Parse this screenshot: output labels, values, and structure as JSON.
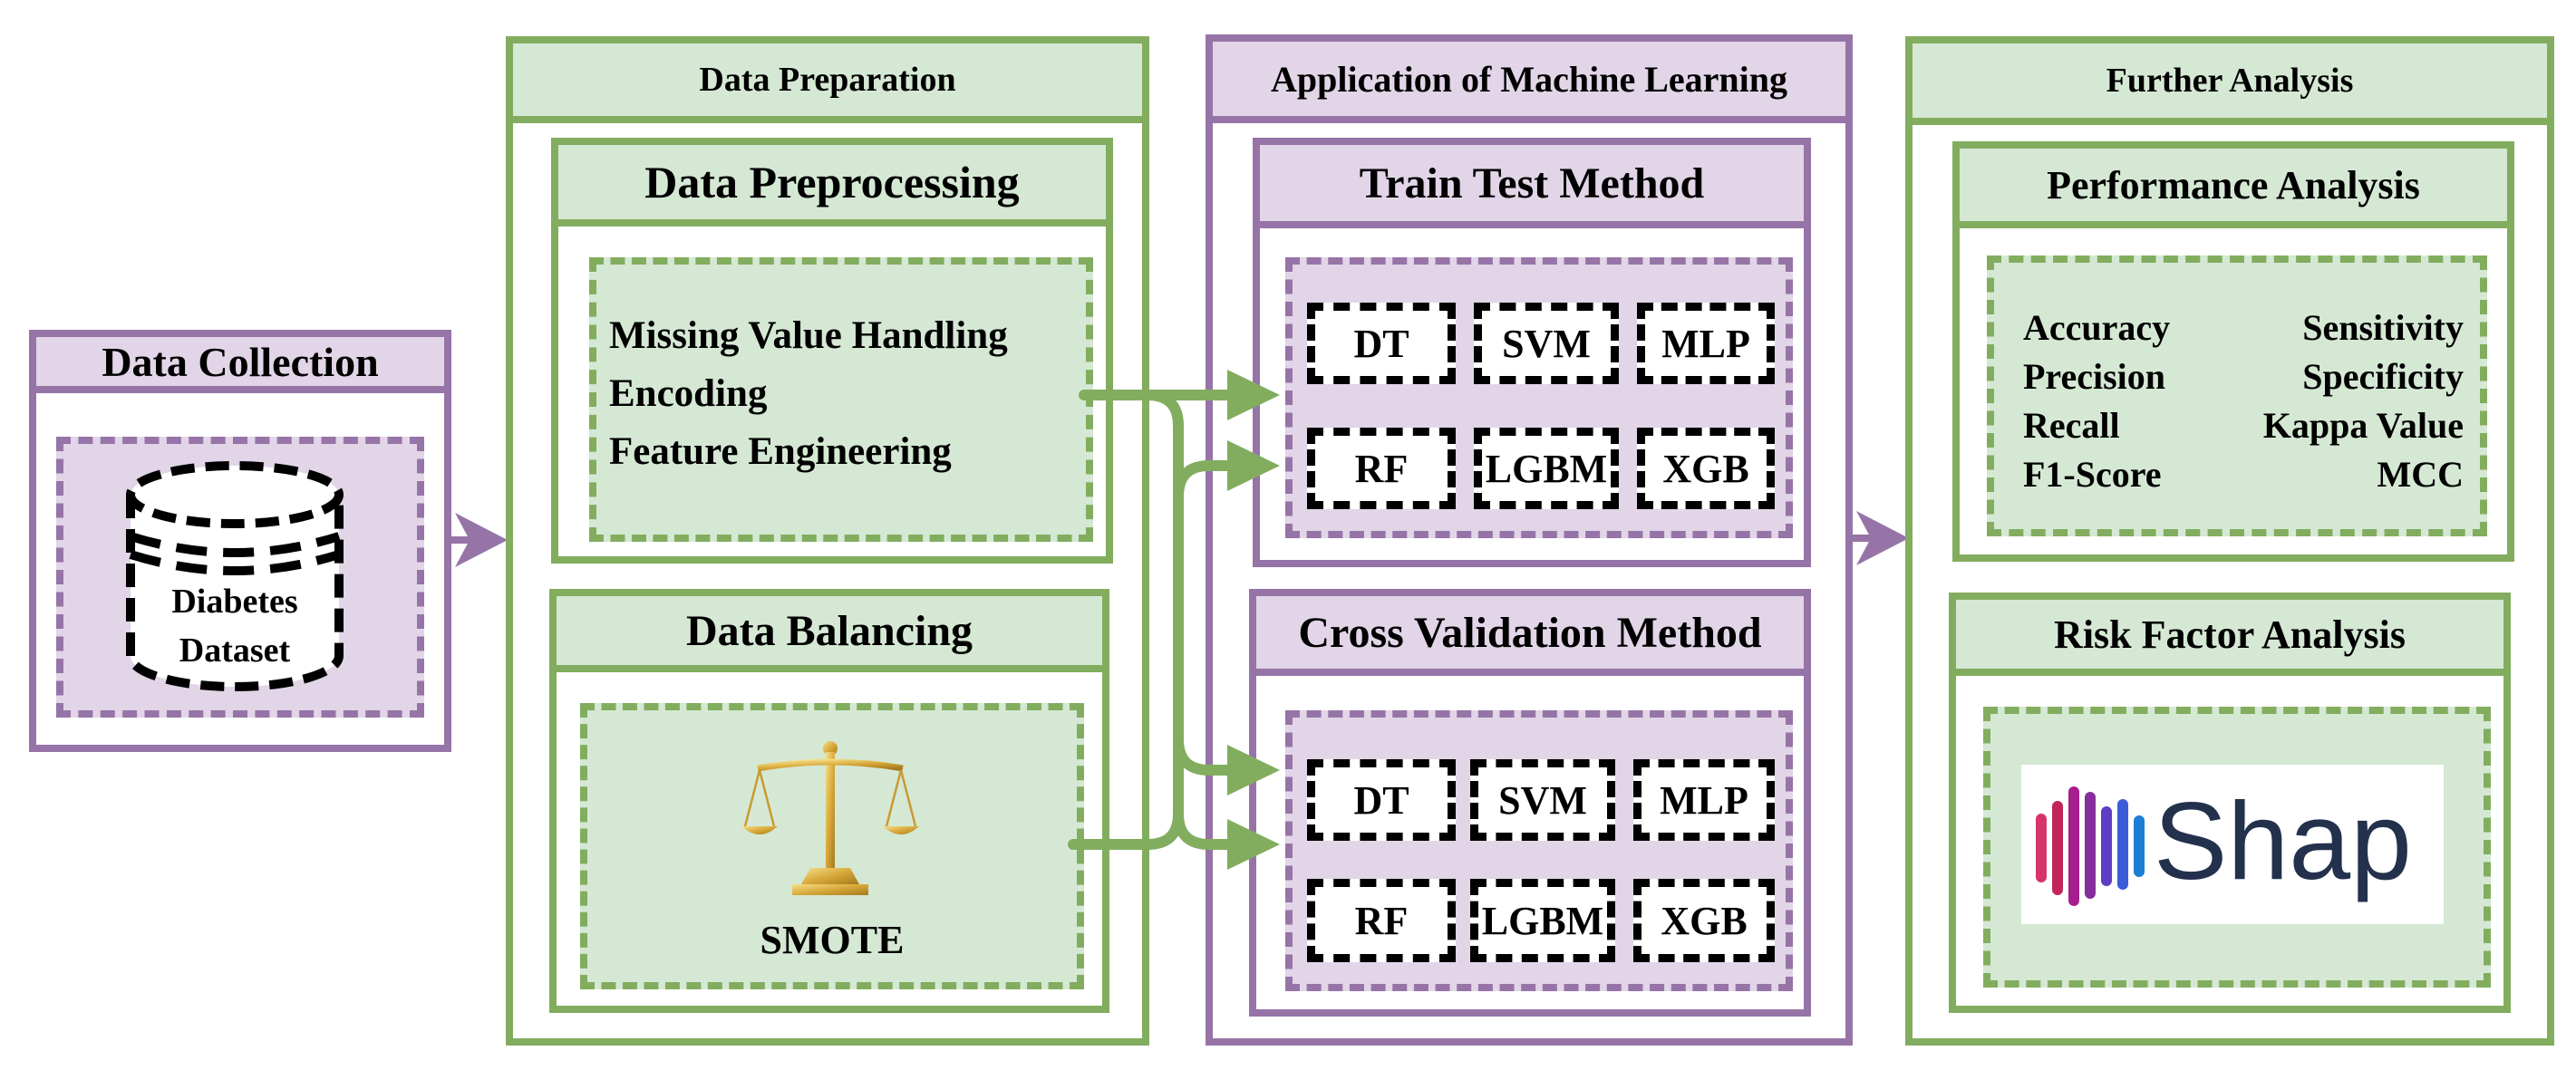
{
  "data_collection": {
    "title": "Data Collection",
    "dataset_line1": "Diabetes",
    "dataset_line2": "Dataset"
  },
  "data_preparation": {
    "title": "Data Preparation",
    "preprocessing": {
      "title": "Data Preprocessing",
      "items": [
        "Missing Value Handling",
        "Encoding",
        "Feature Engineering"
      ]
    },
    "balancing": {
      "title": "Data Balancing",
      "method": "SMOTE"
    }
  },
  "machine_learning": {
    "title": "Application of Machine Learning",
    "train_test": {
      "title": "Train Test Method",
      "models": [
        "DT",
        "SVM",
        "MLP",
        "RF",
        "LGBM",
        "XGB"
      ]
    },
    "cross_validation": {
      "title": "Cross Validation Method",
      "models": [
        "DT",
        "SVM",
        "MLP",
        "RF",
        "LGBM",
        "XGB"
      ]
    }
  },
  "further_analysis": {
    "title": "Further Analysis",
    "performance": {
      "title": "Performance Analysis",
      "metrics_left": [
        "Accuracy",
        "Precision",
        "Recall",
        "F1-Score"
      ],
      "metrics_right": [
        "Sensitivity",
        "Specificity",
        "Kappa Value",
        "MCC"
      ]
    },
    "risk": {
      "title": "Risk Factor Analysis",
      "logo_text": "Shap"
    }
  },
  "colors": {
    "green": "#82ad5f",
    "green_fill": "#d5e8d4",
    "purple": "#9774a7",
    "purple_fill": "#e1d5e7"
  },
  "icons": [
    "database-icon",
    "balance-scale-icon",
    "shap-logo"
  ]
}
